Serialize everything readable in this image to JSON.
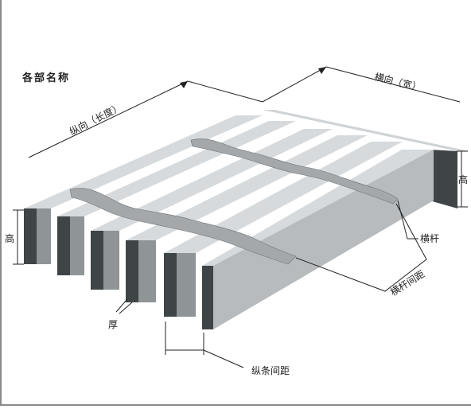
{
  "diagram": {
    "title": "各部名称",
    "labels": {
      "length": "纵向（长度）",
      "width": "横向（宽）",
      "height_left": "高",
      "height_right": "高",
      "cross_bar": "横杆",
      "cross_bar_pitch": "横杆间距",
      "thickness": "厚",
      "bearing_bar_pitch": "纵条间距"
    }
  },
  "colors": {
    "bar_top": "#d7dadc",
    "bar_side": "#b7bbbe",
    "bar_front": "#8f9497",
    "dark_front": "#3f4446",
    "twist": "#a4a8aa",
    "line": "#222222"
  }
}
